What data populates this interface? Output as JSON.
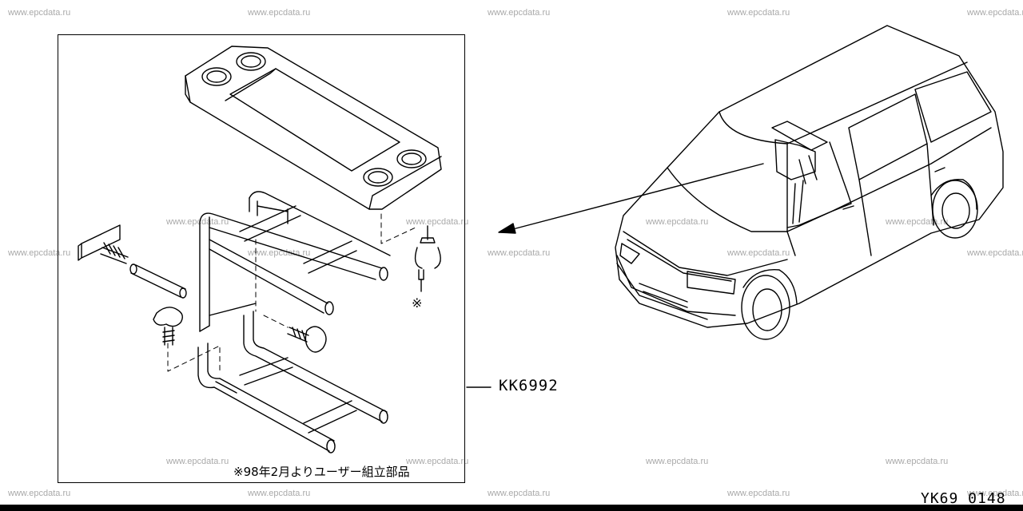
{
  "watermark_text": "www.epcdata.ru",
  "part_number": "KK6992",
  "reference_mark": "※",
  "footnote": "※98年2月よりユーザー組立部品",
  "diagram_code": "YK69 0148"
}
